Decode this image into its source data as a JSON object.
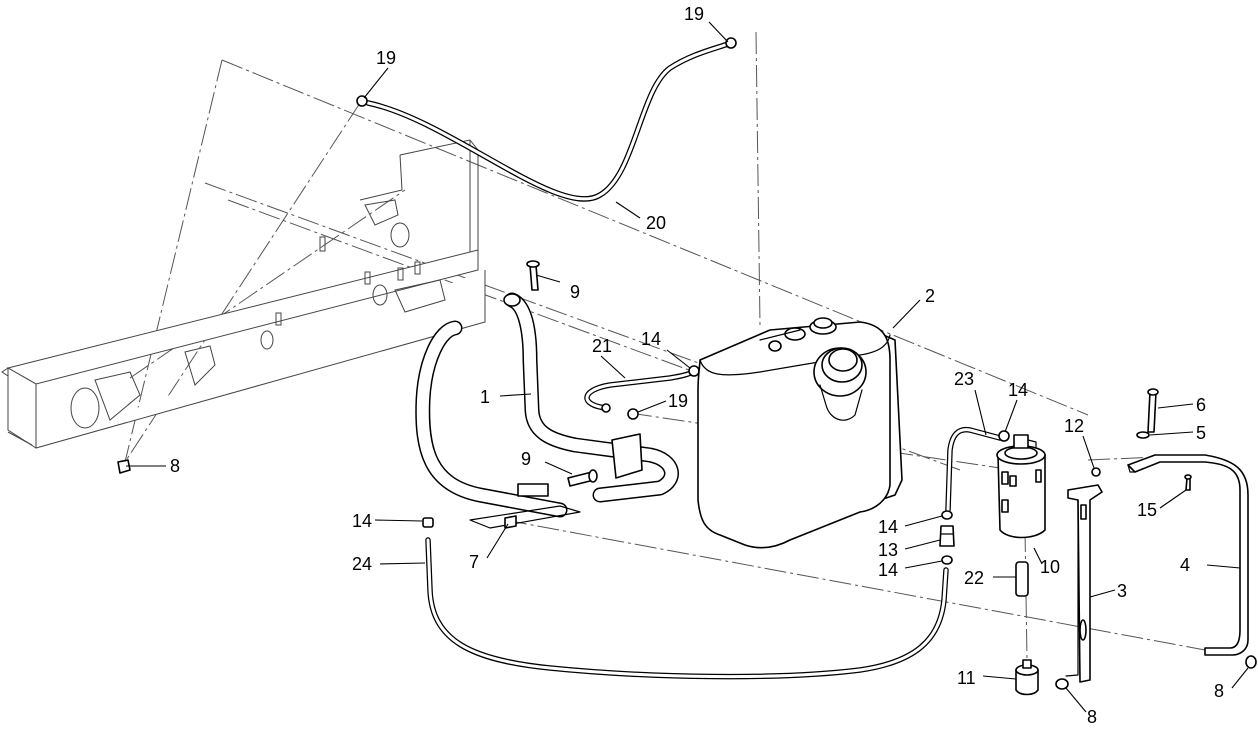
{
  "callouts": {
    "c1": "1",
    "c2": "2",
    "c3": "3",
    "c4": "4",
    "c5": "5",
    "c6": "6",
    "c7": "7",
    "c8a": "8",
    "c8b": "8",
    "c8c": "8",
    "c9a": "9",
    "c9b": "9",
    "c10": "10",
    "c11": "11",
    "c12": "12",
    "c13": "13",
    "c14a": "14",
    "c14b": "14",
    "c14c": "14",
    "c14d": "14",
    "c14e": "14",
    "c15": "15",
    "c19a": "19",
    "c19b": "19",
    "c19c": "19",
    "c20": "20",
    "c21": "21",
    "c22": "22",
    "c23": "23",
    "c24": "24"
  }
}
